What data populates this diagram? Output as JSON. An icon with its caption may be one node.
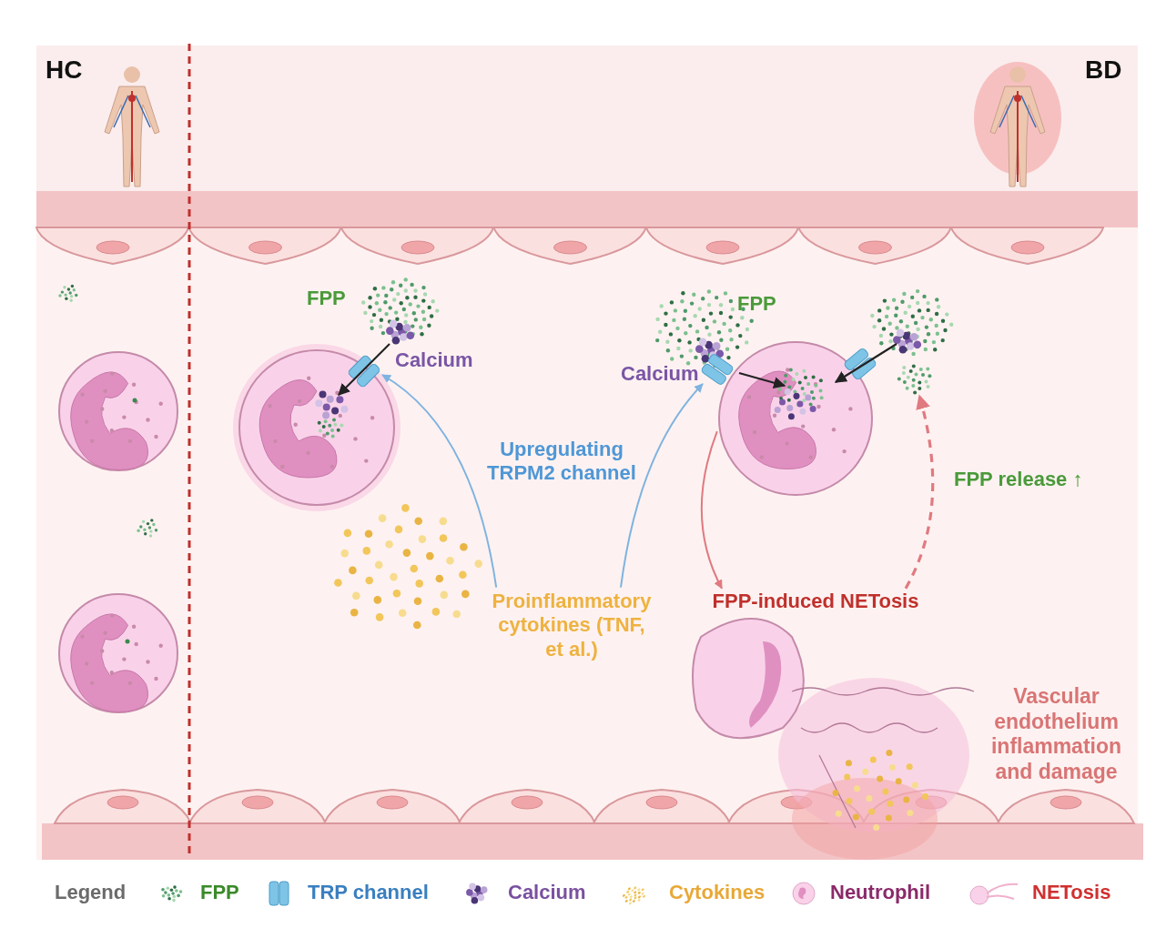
{
  "diagram": {
    "nodes": [
      {
        "text": [
          "Proinflammatory cytokines (TNF, et al.)"
        ]
      },
      {
        "text": [],
        "shape": "box"
      },
      {
        "text": [],
        "shape": "box"
      },
      {
        "text": [],
        "shape": "circle"
      },
      {
        "text": [
          "FPP-induced NETosis"
        ]
      },
      {
        "text": [],
        "shape": "picture"
      }
    ],
    "edges": [
      {
        "from": 0,
        "to": 1,
        "arrow": "to",
        "label": "Upregulating TRPM2 channel",
        "color": "#7fb3e0"
      },
      {
        "from": 0,
        "to": 2,
        "arrow": "to",
        "color": "#7fb3e0"
      },
      {
        "from": 3,
        "to": 4,
        "arrow": "to",
        "color": "#e07a80"
      },
      {
        "from": 4,
        "to": 5,
        "arrow": "to",
        "style": "dashed",
        "label": "FPP release ↑",
        "color": "#e07a80"
      }
    ],
    "labels": [
      "HC",
      "BD",
      "FPP",
      "Calcium",
      "FPP",
      "Calcium",
      "Vascular endothelium inflammation and damage",
      "Legend"
    ],
    "legend": [
      {
        "text": "FPP"
      },
      {
        "text": "TRP channel"
      },
      {
        "text": "Calcium"
      },
      {
        "text": "Cytokines"
      },
      {
        "text": "Neutrophil"
      },
      {
        "text": "NETosis"
      }
    ]
  }
}
